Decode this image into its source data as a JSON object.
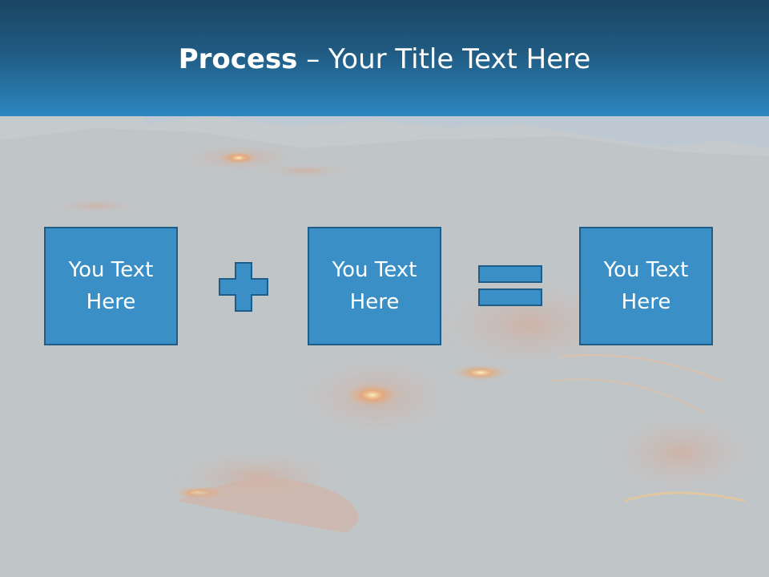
{
  "slide": {
    "title_bold": "Process",
    "title_rest": " – Your Title Text Here"
  },
  "boxes": [
    {
      "text": "You Text Here"
    },
    {
      "text": "You Text Here"
    },
    {
      "text": "You Text Here"
    }
  ],
  "operators": [
    "plus-icon",
    "equals-icon"
  ],
  "colors": {
    "header_top": "#1b4563",
    "header_bottom": "#2d86c0",
    "box_fill": "#3a8fc6",
    "box_border": "#1e5d88",
    "background": "#c5cacd"
  }
}
